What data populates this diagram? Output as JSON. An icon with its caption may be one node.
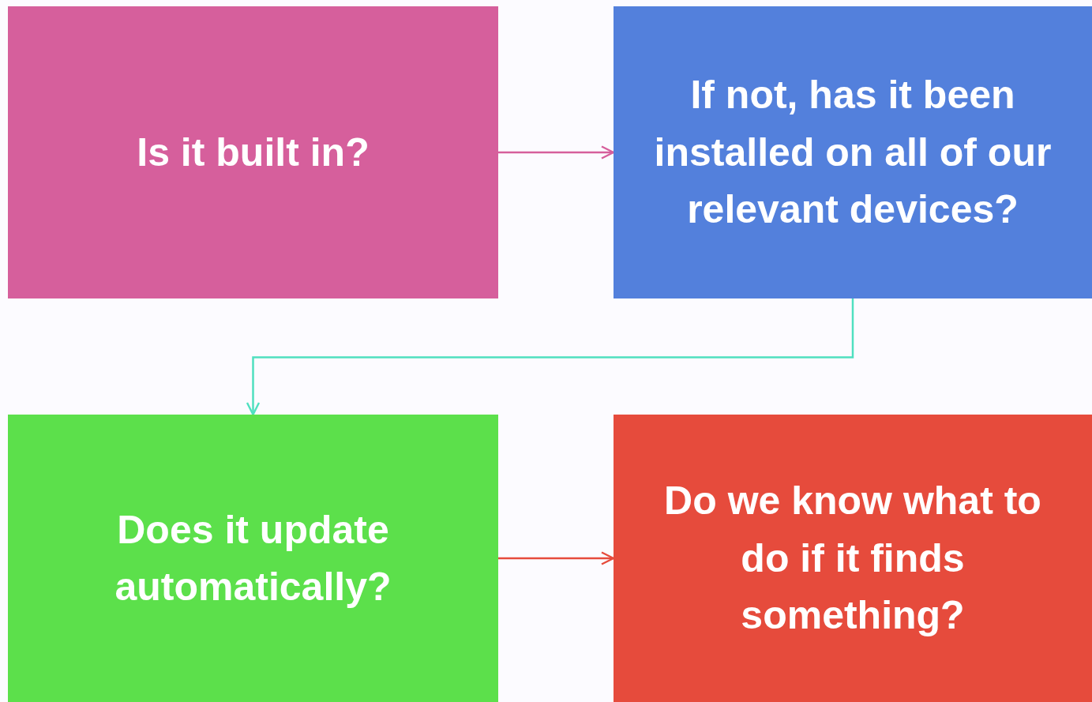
{
  "diagram": {
    "nodes": [
      {
        "text": [
          "Is it built in?"
        ]
      },
      {
        "text": [
          "If not, has it been installed on all of our relevant devices?"
        ]
      },
      {
        "text": [
          "Does it update automatically?"
        ]
      },
      {
        "text": [
          "Do we know what to do if it finds something?"
        ]
      }
    ],
    "edges": [
      {
        "from": 0,
        "to": 1,
        "arrow": "to",
        "color": "#d65f9c"
      },
      {
        "from": 1,
        "to": 2,
        "arrow": "to",
        "color": "#4fe0c0"
      },
      {
        "from": 2,
        "to": 3,
        "arrow": "to",
        "color": "#e64b3c"
      }
    ]
  }
}
